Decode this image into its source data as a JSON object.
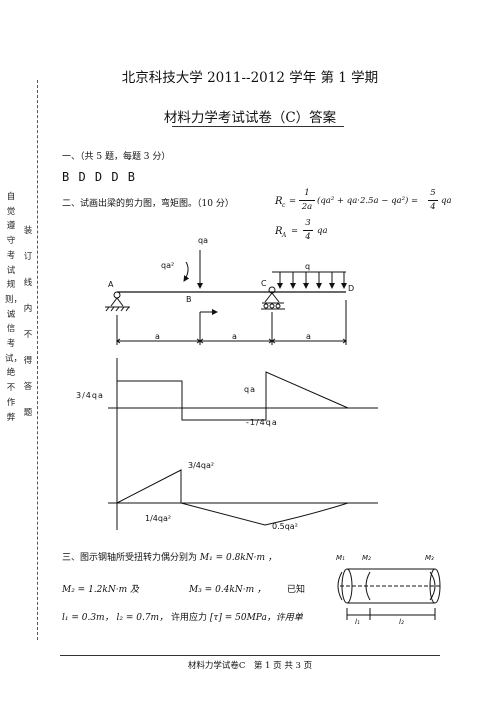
{
  "header": {
    "title": "北京科技大学 2011--2012 学年 第 1 学期",
    "subtitle": "材料力学考试试卷（C）答案"
  },
  "sidebar": {
    "left_text": "自觉遵守考试规则，诚信考试，绝不作弊",
    "right_text": "装订线内不得答题"
  },
  "q1": {
    "heading": "一、（共 5 题，每题 3 分）",
    "answers": "B D D D B"
  },
  "q2": {
    "heading": "二、试画出梁的剪力图，弯矩图。（10 分）",
    "formula1_lhs": "R",
    "formula1_lhs_sub": "c",
    "formula1_frac_num": "1",
    "formula1_frac_den": "2a",
    "formula1_mid": "(qa² + qa·2.5a − qa²) =",
    "formula1_res_num": "5",
    "formula1_res_den": "4",
    "formula1_tail": "qa",
    "formula2_lhs": "R",
    "formula2_lhs_sub": "A",
    "formula2_res_num": "3",
    "formula2_res_den": "4",
    "formula2_tail": "qa",
    "beam": {
      "label_moment": "qa²",
      "label_force": "qa",
      "label_q": "q",
      "label_A": "A",
      "label_B": "B",
      "label_C": "C",
      "label_D": "D",
      "dim_a1": "a",
      "dim_a2": "a",
      "dim_a3": "a"
    },
    "shear": {
      "label_left": "3/4qa",
      "label_right_top": "qa",
      "label_neg": "-1/4qa"
    },
    "moment": {
      "label_peak": "3/4qa²",
      "label_low_left": "1/4qa²",
      "label_low_right": "0.5qa²"
    }
  },
  "q3": {
    "line1_prefix": "三、图示钢轴所受扭转力偶分别为",
    "line1_value": "M₁ = 0.8kN·m ，",
    "line2_value_a": "M₂ = 1.2kN·m  及",
    "line2_value_b": "M₃ = 0.4kN·m ，",
    "line2_suffix": "已知",
    "line3_value_a": "l₁ = 0.3m，",
    "line3_value_b": "l₂ = 0.7m，",
    "line3_text": "许用应力",
    "line3_value_c": "[τ] = 50MPa，许用单",
    "shaft": {
      "m1": "M₁",
      "m2": "M₂",
      "m3": "M₃",
      "l1": "l₁",
      "l2": "l₂"
    }
  },
  "footer": {
    "text": "材料力学试卷C　第 1 页 共 3 页"
  }
}
